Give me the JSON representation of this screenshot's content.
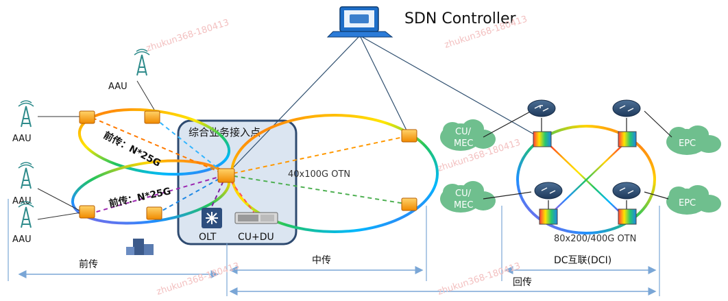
{
  "controller": {
    "label": "SDN Controller"
  },
  "access_point": {
    "label": "综合业务接入点"
  },
  "fronthaul": {
    "ring_label_1": "前传：N*25G",
    "ring_label_2": "前传：N*25G",
    "aau_labels": [
      "AAU",
      "AAU",
      "AAU",
      "AAU"
    ]
  },
  "devices": {
    "olt": "OLT",
    "cu_du": "CU+DU"
  },
  "midhaul": {
    "ring_label": "40x100G OTN"
  },
  "clouds": [
    {
      "label_line1": "CU/",
      "label_line2": "MEC"
    },
    {
      "label_line1": "CU/",
      "label_line2": "MEC"
    },
    {
      "label": "EPC"
    },
    {
      "label": "EPC"
    }
  ],
  "dci": {
    "ring_label": "80x200/400G OTN"
  },
  "spans": {
    "fronthaul": "前传",
    "midhaul": "中传",
    "dci": "DC互联(DCI)",
    "backhaul": "回传"
  },
  "watermark": "zhukun368-180413",
  "colors": {
    "span_arrow": "#7aa6d6",
    "access_box": "#dbe5f1",
    "access_border": "#2e4a70",
    "cloud": "#6fbf8e"
  }
}
